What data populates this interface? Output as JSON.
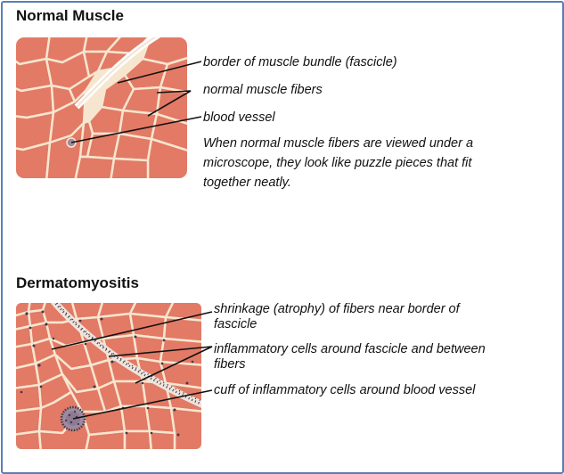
{
  "normal": {
    "title": "Normal Muscle",
    "labels": {
      "border": "border of muscle bundle (fascicle)",
      "fibers": "normal muscle fibers",
      "vessel": "blood vessel"
    },
    "description_lines": [
      "When normal muscle fibers are viewed under a",
      "microscope, they look like puzzle pieces that fit",
      "together neatly."
    ]
  },
  "dermato": {
    "title": "Dermatomyositis",
    "labels": {
      "atrophy_line1": "shrinkage (atrophy) of fibers near border of",
      "atrophy_line2": "fascicle",
      "inflam_line1": "inflammatory cells around fascicle and between",
      "inflam_line2": "fibers",
      "cuff": "cuff of inflammatory cells around blood vessel"
    }
  },
  "colors": {
    "frame_border": "#5b7fb4",
    "fiber_fill": "#e27a66",
    "tissue_background": "#f7e6cf",
    "vessel": "#a08aa0",
    "inflammatory_cells": "#3a3a4a"
  }
}
